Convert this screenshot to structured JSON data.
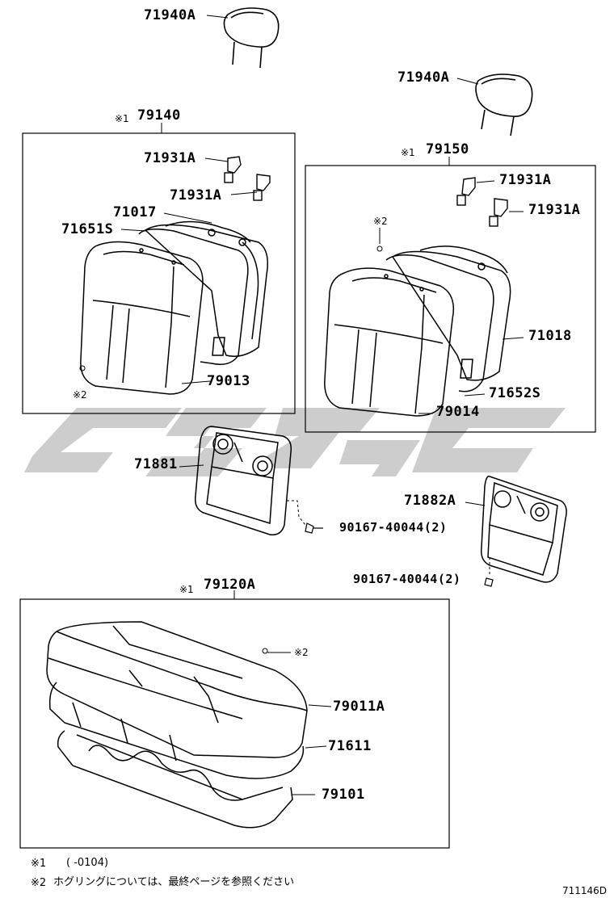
{
  "watermark": {
    "color": "#c8c8c8"
  },
  "labels": {
    "headrest_left": "71940A",
    "headrest_right": "71940A",
    "seatback_left_mark": "※1",
    "seatback_left": "79140",
    "hook_left_top": "71931A",
    "hook_left_bottom": "71931A",
    "frame_left": "71017",
    "pad_left": "71651S",
    "cover_left": "79013",
    "ring_left_mark": "※2",
    "seatback_right_mark": "※1",
    "seatback_right": "79150",
    "hook_right_top": "71931A",
    "hook_right_bottom": "71931A",
    "ring_right_mark": "※2",
    "frame_right": "71018",
    "pad_right": "71652S",
    "cover_right": "79014",
    "panel_left": "71881",
    "screw_left": "90167-40044(2)",
    "panel_right": "71882A",
    "screw_right": "90167-40044(2)",
    "cushion_mark": "※1",
    "cushion": "79120A",
    "ring_cushion_mark": "※2",
    "cushion_cover": "79011A",
    "cushion_pad": "71611",
    "cushion_frame": "79101"
  },
  "notes": {
    "note1_mark": "※1",
    "note1_text": "(        -0104)",
    "note2_mark": "※2",
    "note2_text": "ホグリングについては、最終ページを参照ください"
  },
  "figure_id": "711146D"
}
